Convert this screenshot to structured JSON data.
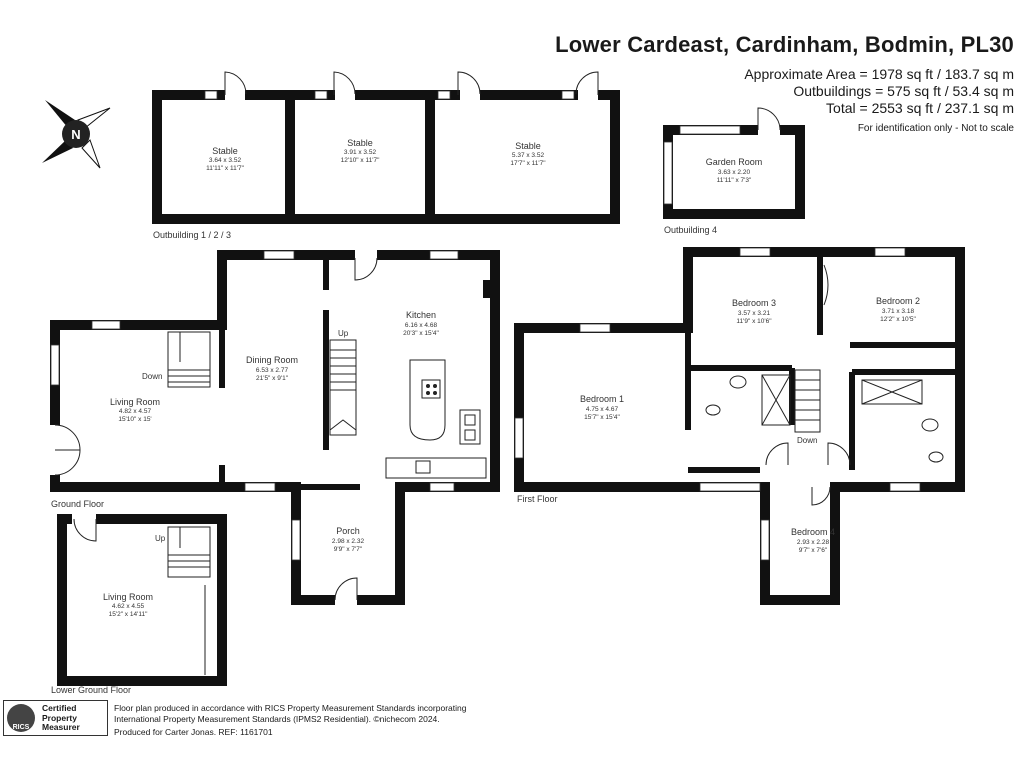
{
  "header": {
    "title": "Lower Cardeast, Cardinham, Bodmin, PL30",
    "area_main": "Approximate Area = 1978 sq ft / 183.7 sq m",
    "area_outbuildings": "Outbuildings = 575 sq ft / 53.4 sq m",
    "area_total": "Total = 2553 sq ft / 237.1 sq m",
    "disclaimer": "For identification only - Not to scale"
  },
  "compass": {
    "letter": "N"
  },
  "floors": {
    "outbuilding_123": "Outbuilding 1 / 2 / 3",
    "outbuilding_4": "Outbuilding 4",
    "ground": "Ground Floor",
    "first": "First Floor",
    "lower_ground": "Lower Ground Floor"
  },
  "rooms": {
    "stable1": {
      "name": "Stable",
      "metric": "3.64 x 3.52",
      "imperial": "11'11\" x 11'7\""
    },
    "stable2": {
      "name": "Stable",
      "metric": "3.91 x 3.52",
      "imperial": "12'10\" x 11'7\""
    },
    "stable3": {
      "name": "Stable",
      "metric": "5.37 x 3.52",
      "imperial": "17'7\" x 11'7\""
    },
    "garden_room": {
      "name": "Garden Room",
      "metric": "3.63 x 2.20",
      "imperial": "11'11\" x 7'3\""
    },
    "living_room": {
      "name": "Living Room",
      "metric": "4.82 x 4.57",
      "imperial": "15'10\" x 15'"
    },
    "dining_room": {
      "name": "Dining Room",
      "metric": "6.53 x 2.77",
      "imperial": "21'5\" x 9'1\""
    },
    "kitchen": {
      "name": "Kitchen",
      "metric": "6.16 x 4.68",
      "imperial": "20'3\" x 15'4\""
    },
    "porch": {
      "name": "Porch",
      "metric": "2.98 x 2.32",
      "imperial": "9'9\" x 7'7\""
    },
    "lower_living_room": {
      "name": "Living Room",
      "metric": "4.62 x 4.55",
      "imperial": "15'2\" x 14'11\""
    },
    "bedroom1": {
      "name": "Bedroom 1",
      "metric": "4.75 x 4.67",
      "imperial": "15'7\" x 15'4\""
    },
    "bedroom2": {
      "name": "Bedroom 2",
      "metric": "3.71 x 3.18",
      "imperial": "12'2\" x 10'5\""
    },
    "bedroom3": {
      "name": "Bedroom 3",
      "metric": "3.57 x 3.21",
      "imperial": "11'9\" x 10'6\""
    },
    "bedroom4": {
      "name": "Bedroom 4",
      "metric": "2.93 x 2.28",
      "imperial": "9'7\" x 7'6\""
    }
  },
  "stair_labels": {
    "ground_down": "Down",
    "ground_up": "Up",
    "lower_up": "Up",
    "first_down": "Down"
  },
  "footer": {
    "badge_line1": "Certified",
    "badge_line2": "Property",
    "badge_line3": "Measurer",
    "badge_logo": "RICS",
    "line1": "Floor plan produced in accordance with RICS Property Measurement Standards incorporating",
    "line2": "International Property Measurement Standards (IPMS2 Residential).  ©nichecom 2024.",
    "line3": "Produced for Carter Jonas.   REF:  1161701"
  },
  "colors": {
    "wall": "#111111",
    "text": "#1a1a1a"
  }
}
